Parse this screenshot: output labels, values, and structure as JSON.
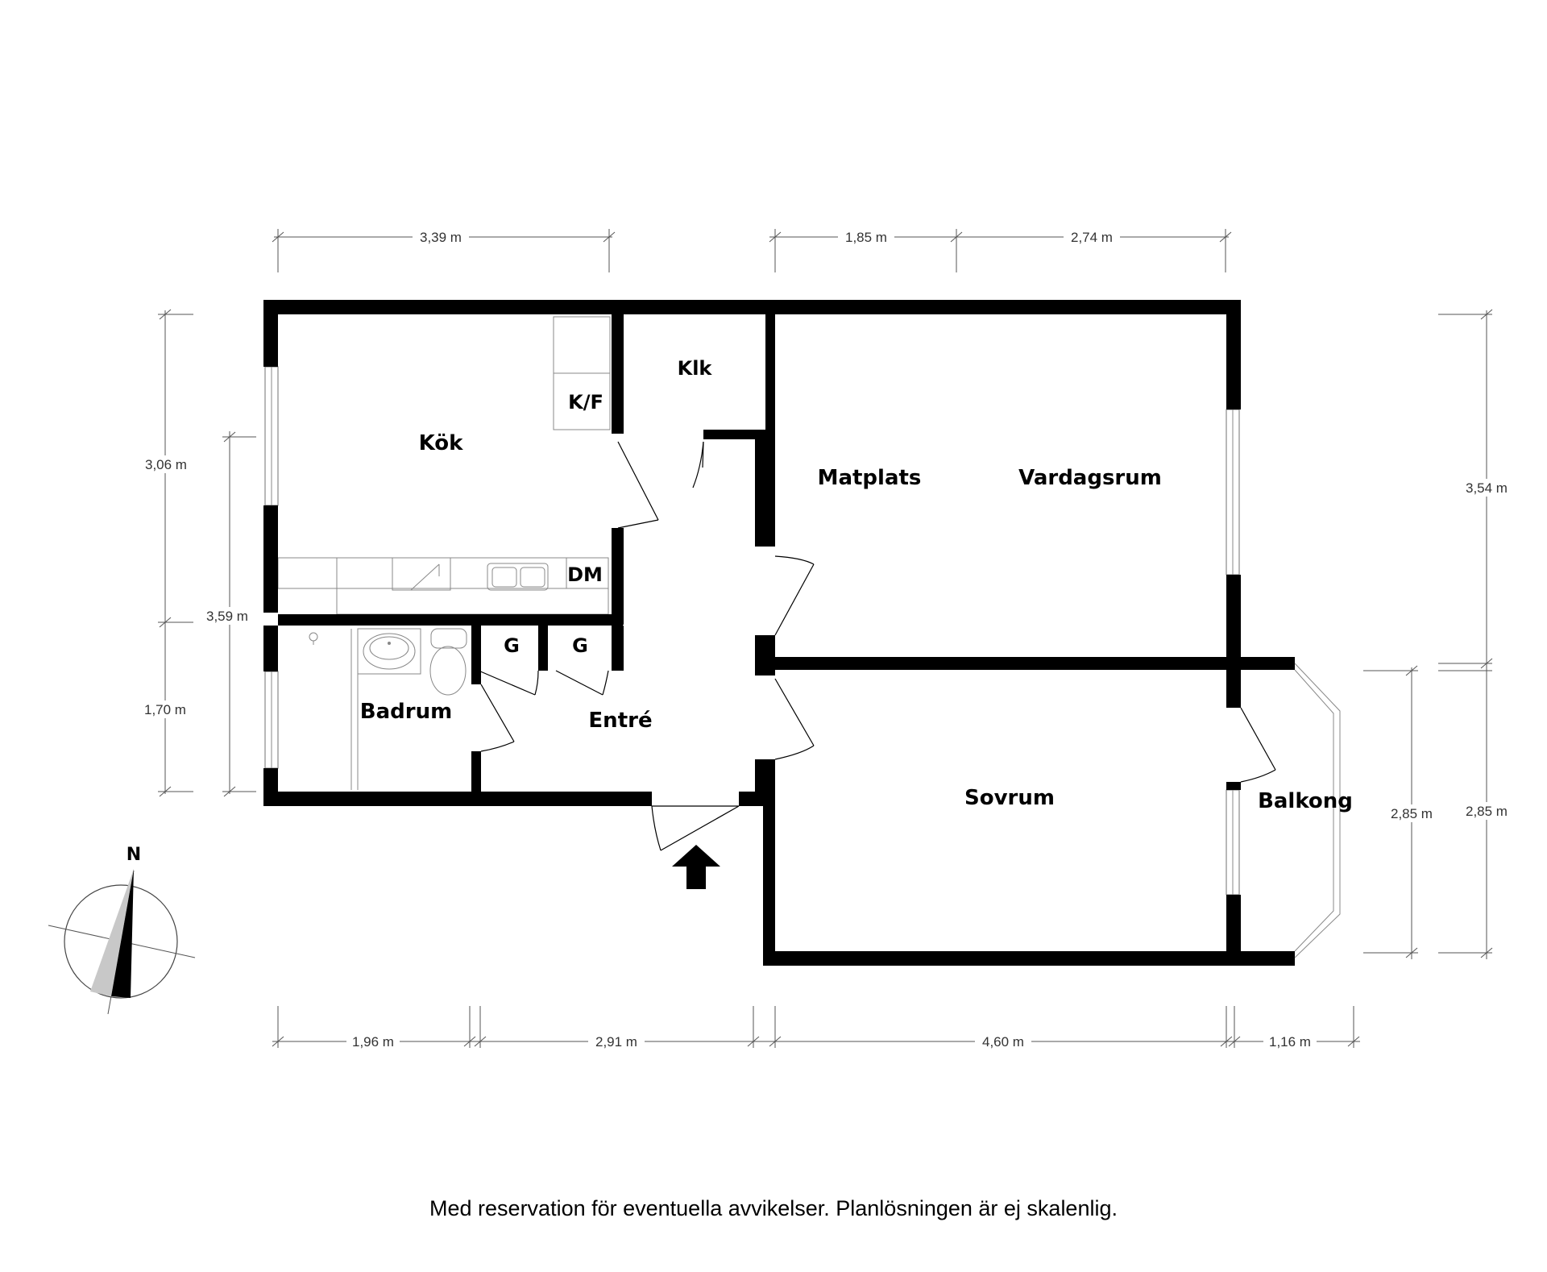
{
  "rooms": {
    "kok": "Kök",
    "kf": "K/F",
    "klk": "Klk",
    "matplats": "Matplats",
    "vardagsrum": "Vardagsrum",
    "dm": "DM",
    "g1": "G",
    "g2": "G",
    "badrum": "Badrum",
    "entre": "Entré",
    "sovrum": "Sovrum",
    "balkong": "Balkong"
  },
  "dimensions": {
    "top_left": "3,39 m",
    "top_mid": "1,85 m",
    "top_right": "2,74 m",
    "left_upper": "3,06  m",
    "left_outer": "3,59 m",
    "left_lower": "1,70 m",
    "right_upper": "3,54 m",
    "right_inner": "2,85 m",
    "right_outer": "2,85 m",
    "bottom_1": "1,96 m",
    "bottom_2": "2,91 m",
    "bottom_3": "4,60 m",
    "bottom_4": "1,16 m"
  },
  "compass": {
    "label": "N"
  },
  "disclaimer": "Med reservation för eventuella avvikelser. Planlösningen är ej skalenlig."
}
